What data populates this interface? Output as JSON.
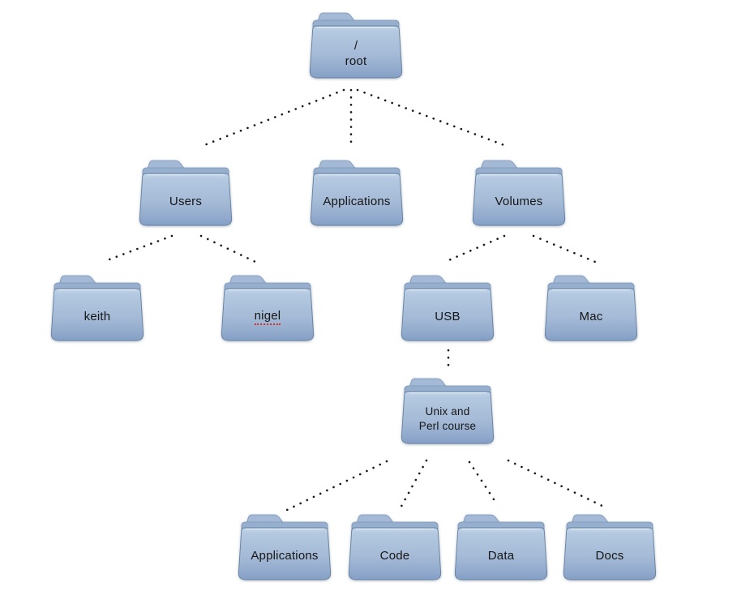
{
  "diagram": {
    "description": "Mac filesystem folder hierarchy diagram with dotted connector lines",
    "background_color": "#ffffff",
    "connector_color": "#1a1a1a",
    "folder_colors": {
      "gradient_top": "#bed1e7",
      "gradient_mid": "#a6bcd8",
      "gradient_bottom": "#86a2c5",
      "tab": "#a3b9d5",
      "back_lip": "#97afce",
      "outline": "#64809f"
    },
    "nodes": [
      {
        "id": "root",
        "lines": [
          "/",
          "root"
        ]
      },
      {
        "id": "users",
        "lines": [
          "Users",
          ""
        ]
      },
      {
        "id": "applications",
        "lines": [
          "Applications",
          ""
        ]
      },
      {
        "id": "volumes",
        "lines": [
          "Volumes",
          ""
        ]
      },
      {
        "id": "keith",
        "lines": [
          "keith",
          ""
        ]
      },
      {
        "id": "nigel",
        "lines": [
          "nigel",
          ""
        ],
        "misspelled": true
      },
      {
        "id": "usb",
        "lines": [
          "USB",
          ""
        ]
      },
      {
        "id": "mac",
        "lines": [
          "Mac",
          ""
        ]
      },
      {
        "id": "unix-perl-course",
        "lines": [
          "Unix and",
          "Perl course"
        ]
      },
      {
        "id": "applications-2",
        "lines": [
          "Applications",
          ""
        ]
      },
      {
        "id": "code",
        "lines": [
          "Code",
          ""
        ]
      },
      {
        "id": "data",
        "lines": [
          "Data",
          ""
        ]
      },
      {
        "id": "docs",
        "lines": [
          "Docs",
          ""
        ]
      }
    ],
    "edges": [
      {
        "from": "root",
        "to": "users"
      },
      {
        "from": "root",
        "to": "applications"
      },
      {
        "from": "root",
        "to": "volumes"
      },
      {
        "from": "users",
        "to": "keith"
      },
      {
        "from": "users",
        "to": "nigel"
      },
      {
        "from": "volumes",
        "to": "usb"
      },
      {
        "from": "volumes",
        "to": "mac"
      },
      {
        "from": "usb",
        "to": "unix-perl-course"
      },
      {
        "from": "unix-perl-course",
        "to": "applications-2"
      },
      {
        "from": "unix-perl-course",
        "to": "code"
      },
      {
        "from": "unix-perl-course",
        "to": "data"
      },
      {
        "from": "unix-perl-course",
        "to": "docs"
      }
    ]
  }
}
